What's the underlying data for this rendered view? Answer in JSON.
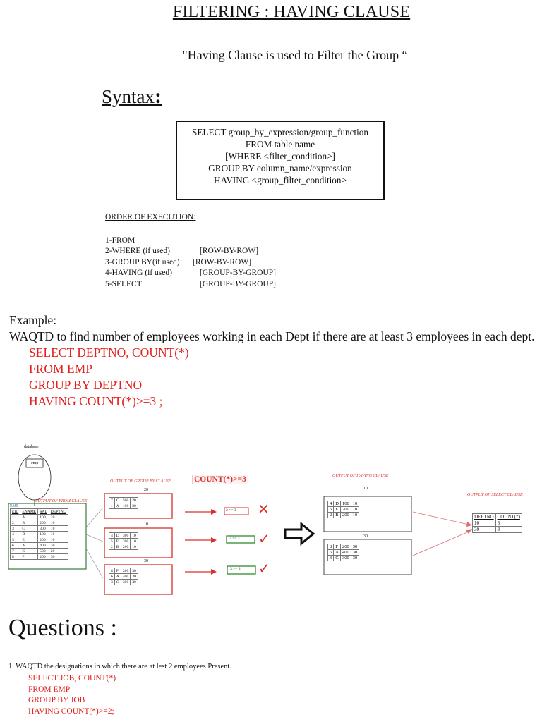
{
  "title": "FILTERING : HAVING CLAUSE",
  "definition": "\"Having Clause is used to Filter the Group “",
  "syntax": {
    "heading": "Syntax",
    "heading_colon": ":",
    "lines": [
      "SELECT group_by_expression/group_function",
      "FROM table name",
      "[WHERE <filter_condition>]",
      "GROUP BY column_name/expression",
      "HAVING <group_filter_condition>"
    ]
  },
  "order": {
    "heading": "ORDER OF EXECUTION:",
    "rows": [
      {
        "step": "1-FROM",
        "mode": ""
      },
      {
        "step": "2-WHERE (if used)",
        "mode": "[ROW-BY-ROW]"
      },
      {
        "step": "3-GROUP BY(if used)",
        "mode": "[ROW-BY-ROW]"
      },
      {
        "step": "4-HAVING (if used)",
        "mode": "[GROUP-BY-GROUP]"
      },
      {
        "step": "5-SELECT",
        "mode": "[GROUP-BY-GROUP]"
      }
    ]
  },
  "example": {
    "label": "Example:",
    "question": "WAQTD to find number of employees working in each Dept if there are at least 3 employees in each dept.",
    "sql": [
      " SELECT DEPTNO, COUNT(*)",
      "FROM EMP",
      "GROUP BY DEPTNO",
      "HAVING COUNT(*)>=3 ;"
    ]
  },
  "diagram": {
    "database_label": "database",
    "db_table_label": "emp",
    "from_output_label": "OUTPUT OF FROM CLAUSE",
    "emp_label": "EMP",
    "emp_headers": [
      "EID",
      "ENAME",
      "SAL",
      "DEPTNO"
    ],
    "emp_rows": [
      [
        "1",
        "A",
        "100",
        "20"
      ],
      [
        "2",
        "B",
        "200",
        "10"
      ],
      [
        "3",
        "C",
        "300",
        "10"
      ],
      [
        "4",
        "D",
        "100",
        "10"
      ],
      [
        "5",
        "E",
        "200",
        "10"
      ],
      [
        "6",
        "A",
        "400",
        "30"
      ],
      [
        "7",
        "C",
        "500",
        "20"
      ],
      [
        "8",
        "F",
        "200",
        "30"
      ]
    ],
    "group_output_label": "OUTPUT OF GROUP BY CLAUSE",
    "count_condition": "COUNT(*)>=3",
    "groups": [
      {
        "deptno": "20",
        "rows": [
          [
            "7",
            "C",
            "500",
            "20"
          ],
          [
            "1",
            "A",
            "100",
            "20"
          ]
        ],
        "check": "2 >= 3",
        "mark": "✕"
      },
      {
        "deptno": "10",
        "rows": [
          [
            "4",
            "D",
            "300",
            "10"
          ],
          [
            "5",
            "E",
            "200",
            "10"
          ],
          [
            "2",
            "B",
            "200",
            "10"
          ]
        ],
        "check": "3 >= 3",
        "mark": "✓"
      },
      {
        "deptno": "30",
        "rows": [
          [
            "8",
            "F",
            "200",
            "30"
          ],
          [
            "6",
            "A",
            "400",
            "30"
          ],
          [
            "3",
            "C",
            "300",
            "30"
          ]
        ],
        "check": "3 >= 3",
        "mark": "✓"
      }
    ],
    "having_output_label": "OUTPUT OF HAVING CLAUSE",
    "having_groups": [
      {
        "deptno": "10",
        "rows": [
          [
            "4",
            "D",
            "100",
            "10"
          ],
          [
            "5",
            "E",
            "200",
            "10"
          ],
          [
            "2",
            "B",
            "200",
            "10"
          ]
        ]
      },
      {
        "deptno": "30",
        "rows": [
          [
            "8",
            "F",
            "200",
            "30"
          ],
          [
            "6",
            "A",
            "400",
            "30"
          ],
          [
            "3",
            "C",
            "300",
            "30"
          ]
        ]
      }
    ],
    "select_output_label": "OUTPUT OF SELECT CLAUSE",
    "result_headers": [
      "DEPTNO",
      "COUNT(*)"
    ],
    "result_rows": [
      [
        "10",
        "3"
      ],
      [
        "30",
        "3"
      ]
    ]
  },
  "questions": {
    "heading": "Questions :",
    "items": [
      {
        "text": "1. WAQTD the designations in which there are at lest 2 employees Present.",
        "sql": [
          "SELECT JOB, COUNT(*)",
          " FROM EMP",
          "GROUP BY JOB",
          "HAVING COUNT(*)>=2;"
        ]
      }
    ]
  }
}
